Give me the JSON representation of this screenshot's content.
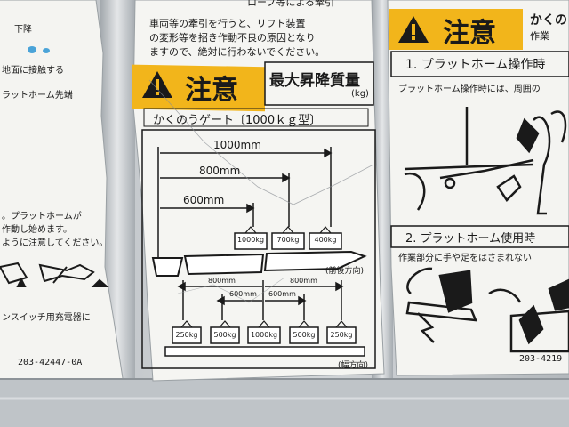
{
  "colors": {
    "caution_yellow": "#f2b51b",
    "sticker": "#f4f4f1",
    "metal": "#c9cdd0",
    "ink": "#1a1a1a"
  },
  "left_label": {
    "lines": [
      "下降",
      "地面に接触する",
      "ラットホーム先端",
      "。プラットホームが",
      "作動し始めます。",
      "ように注意してください。",
      "ンスイッチ用充電器に"
    ],
    "part_no": "203-42447-0A"
  },
  "center_label": {
    "top_lines": [
      "ロープ等による牽引",
      "車両等の牽引を行うと、リフト装置",
      "の変形等を招き作動不良の原因となり",
      "ますので、絶対に行わないでください。"
    ],
    "caution_word": "注意",
    "max_load_title": "最大昇降質量",
    "max_load_unit": "(kg)",
    "gate_type": "かくのうゲート〔1000ｋｇ型〕",
    "front_rear": {
      "distances": [
        "1000mm",
        "800mm",
        "600mm"
      ],
      "weights": [
        "1000kg",
        "700kg",
        "400kg"
      ],
      "direction": "(前後方向)"
    },
    "width": {
      "distances_outer": [
        "800mm",
        "800mm"
      ],
      "distances_inner": [
        "600mm",
        "600mm"
      ],
      "weights": [
        "250kg",
        "500kg",
        "1000kg",
        "500kg",
        "250kg"
      ],
      "direction": "(幅方向)"
    }
  },
  "right_label": {
    "caution_word": "注意",
    "header_fragment_1": "かくの",
    "header_fragment_2": "作業",
    "step1": "1. プラットホーム操作時",
    "step1_text": "プラットホーム操作時には、周囲の",
    "step2": "2. プラットホーム使用時",
    "step2_text": "作業部分に手や足をはさまれない",
    "part_no": "203-4219"
  }
}
